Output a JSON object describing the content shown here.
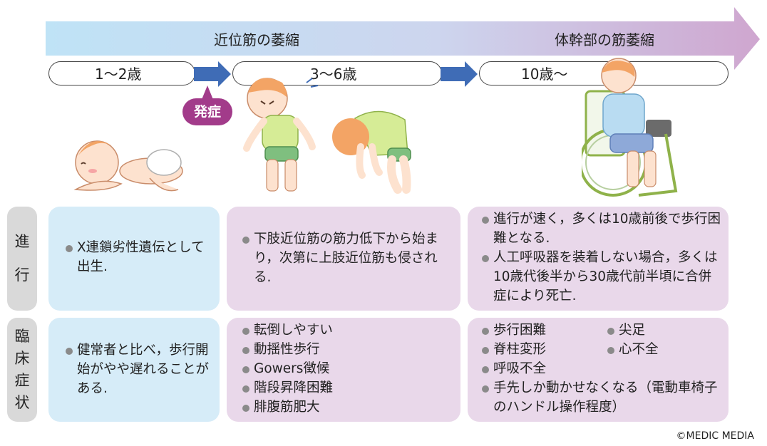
{
  "banner": {
    "left_label": "近位筋の萎縮",
    "right_label": "体幹部の筋萎縮"
  },
  "stages": [
    {
      "label": "1〜2歳"
    },
    {
      "label": "3〜6歳"
    },
    {
      "label": "10歳〜"
    }
  ],
  "onset_badge": "発症",
  "rows": [
    {
      "label_chars": [
        "進",
        "行"
      ]
    },
    {
      "label_chars": [
        "臨",
        "床",
        "症",
        "状"
      ]
    }
  ],
  "progression": {
    "infant": [
      "X連鎖劣性遺伝として出生."
    ],
    "child": [
      "下肢近位筋の筋力低下から始まり，次第に上肢近位筋も侵される."
    ],
    "teen": [
      "進行が速く，多くは10歳前後で歩行困難となる.",
      "人工呼吸器を装着しない場合，多くは10歳代後半から30歳代前半頃に合併症により死亡."
    ]
  },
  "symptoms": {
    "infant": [
      "健常者と比べ，歩行開始がやや遅れることがある."
    ],
    "child": [
      "転倒しやすい",
      "動揺性歩行",
      "Gowers徴候",
      "階段昇降困難",
      "腓腹筋肥大"
    ],
    "teen": [
      "歩行困難",
      "尖足",
      "脊柱変形",
      "心不全",
      "呼吸不全",
      "手先しか動かせなくなる（電動車椅子のハンドル操作程度）"
    ]
  },
  "copyright": "©MEDIC MEDIA",
  "colors": {
    "banner_start": "#bfe3f6",
    "banner_end": "#cfa6cf",
    "stage_arrow": "#3f6cb6",
    "onset_badge": "#a23b8a",
    "cell_blue": "#d6ecf8",
    "cell_pink": "#e9d8ea",
    "row_tab": "#d9d9d9"
  }
}
